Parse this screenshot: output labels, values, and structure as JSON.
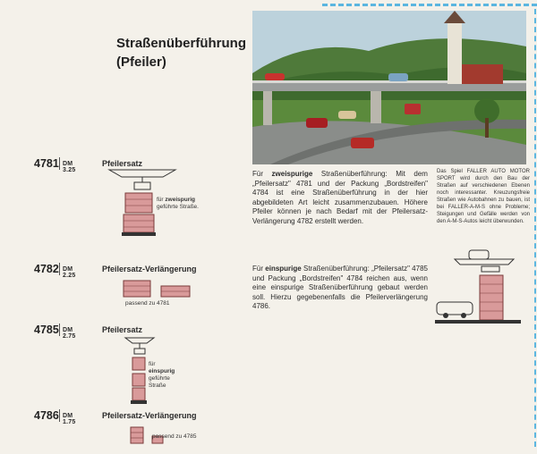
{
  "title": {
    "line1": "Straßenüberführung",
    "line2": "(Pfeiler)"
  },
  "products": [
    {
      "number": "4781",
      "price": "DM 3.25",
      "name": "Pfeilersatz",
      "note_pre": "für",
      "note_bold": "zweispurig",
      "note_post": "geführte Straße."
    },
    {
      "number": "4782",
      "price": "DM 2.25",
      "name": "Pfeilersatz-Verlängerung",
      "note": "passend zu 4781"
    },
    {
      "number": "4785",
      "price": "DM 2.75",
      "name": "Pfeilersatz",
      "note_pre": "für",
      "note_bold": "einspurig",
      "note_post": "geführte Straße"
    },
    {
      "number": "4786",
      "price": "DM 1.75",
      "name": "Pfeilersatz-Verlängerung",
      "note": "passend zu 4785"
    }
  ],
  "paragraphs": {
    "zwei": {
      "pre": "Für",
      "bold": "zweispurige",
      "post": "Straßenüberführung: Mit dem „Pfeilersatz\" 4781 und der Packung „Bordstreifen\" 4784 ist eine Straßenüberführung in der hier abgebildeten Art leicht zusammenzubauen. Höhere Pfeiler können je nach Bedarf mit der Pfeilersatz-Verlängerung 4782 erstellt werden."
    },
    "ein": {
      "pre": "Für",
      "bold": "einspurige",
      "post": "Straßenüberführung: „Pfeilersatz\" 4785 und Packung „Bordstreifen\" 4784 reichen aus, wenn eine einspurige Straßenüberführung gebaut werden soll. Hierzu gegebenenfalls die Pfeilerverlängerung 4786."
    },
    "side": "Das Spiel FALLER AUTO MOTOR SPORT wird durch den Bau der Straßen auf verschiedenen Ebenen noch interessanter. Kreuzungsfreie Straßen wie Autobahnen zu bauen, ist bei FALLER-A-M-S ohne Probleme; Steigungen und Gefälle werden von den A-M-S-Autos leicht überwunden."
  },
  "colors": {
    "accent_dash": "#5bb6e0",
    "pier": "#d99a9a",
    "pier_line": "#7a3b3b"
  }
}
